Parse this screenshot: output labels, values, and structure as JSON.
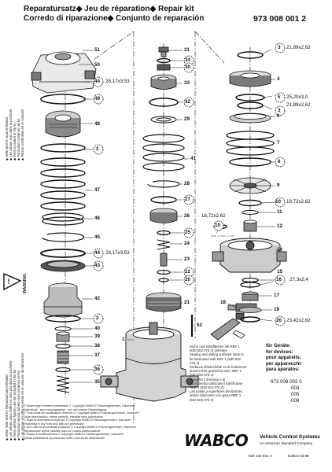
{
  "header": {
    "line1": "Reparatursatz◆ Jeu de réparation◆ Repair kit",
    "line2": "Corredo di riparazione◆ Conjunto de reparación",
    "part_number": "973 008 001 2"
  },
  "side_notes": {
    "upper_left": [
      "◆ Teile sind im Satz enthalten",
      "◆ Les pièces sont dans la pochette",
      "◆ Parts included in the kit",
      "◆ Particolari contenuti nel kit",
      "◆ Piezas contenidas en el conjunto"
    ],
    "lower_left": [
      "◆ Ohne Teile sind im Reparatursatz enthalten",
      "◆ Les pièces sans chiffre ne sont pas dans la pochette",
      "◆ Parts without figures are not included in the kit",
      "◆ Particolari senza numero non contenuti nel kit",
      "◆ Las piezas sin cifra no están en el conjunto de reparación"
    ],
    "warning": "WARNING"
  },
  "callouts": [
    {
      "id": "c51",
      "label": "51"
    },
    {
      "id": "c50",
      "label": "50"
    },
    {
      "id": "c44a",
      "label": "44"
    },
    {
      "id": "c44a_dim",
      "label": "28,17x3,53"
    },
    {
      "id": "c49",
      "label": "49"
    },
    {
      "id": "c48",
      "label": "48"
    },
    {
      "id": "c2a",
      "label": "2"
    },
    {
      "id": "c47",
      "label": "47"
    },
    {
      "id": "c46",
      "label": "46"
    },
    {
      "id": "c45",
      "label": "45"
    },
    {
      "id": "c44b",
      "label": "44"
    },
    {
      "id": "c44b_dim",
      "label": "28,17x3,53"
    },
    {
      "id": "c43",
      "label": "43"
    },
    {
      "id": "c42",
      "label": "42"
    },
    {
      "id": "c2b",
      "label": "2"
    },
    {
      "id": "c40",
      "label": "40"
    },
    {
      "id": "c39",
      "label": "39"
    },
    {
      "id": "c38",
      "label": "38"
    },
    {
      "id": "c37",
      "label": "37"
    },
    {
      "id": "c36",
      "label": "36"
    },
    {
      "id": "c35",
      "label": "35"
    },
    {
      "id": "c31",
      "label": "31"
    },
    {
      "id": "c34",
      "label": "34"
    },
    {
      "id": "c30",
      "label": "30"
    },
    {
      "id": "c33",
      "label": "33"
    },
    {
      "id": "c32",
      "label": "32"
    },
    {
      "id": "c29",
      "label": "29"
    },
    {
      "id": "c41",
      "label": "41"
    },
    {
      "id": "c28",
      "label": "28"
    },
    {
      "id": "c27",
      "label": "27"
    },
    {
      "id": "c26",
      "label": "26"
    },
    {
      "id": "c25",
      "label": "25"
    },
    {
      "id": "c24",
      "label": "24"
    },
    {
      "id": "c23",
      "label": "23"
    },
    {
      "id": "c22",
      "label": "22"
    },
    {
      "id": "c20b",
      "label": "20"
    },
    {
      "id": "c21",
      "label": "21"
    },
    {
      "id": "c52",
      "label": "52"
    },
    {
      "id": "c1",
      "label": "1"
    },
    {
      "id": "c3",
      "label": "3"
    },
    {
      "id": "c3_dim",
      "label": "21,89x2,62"
    },
    {
      "id": "c4",
      "label": "4"
    },
    {
      "id": "c5",
      "label": "5"
    },
    {
      "id": "c5_dim",
      "label": "25,20x3,0"
    },
    {
      "id": "c3b",
      "label": "3"
    },
    {
      "id": "c3b_dim",
      "label": "21,89x2,62"
    },
    {
      "id": "c6",
      "label": "6"
    },
    {
      "id": "c7",
      "label": "7"
    },
    {
      "id": "c8",
      "label": "8"
    },
    {
      "id": "c9",
      "label": "9"
    },
    {
      "id": "c10a",
      "label": "10"
    },
    {
      "id": "c10a_dim",
      "label": "18,72x2,62"
    },
    {
      "id": "c10b_dim",
      "label": "18,72x2,62"
    },
    {
      "id": "c11",
      "label": "11"
    },
    {
      "id": "c10b",
      "label": "10"
    },
    {
      "id": "c12",
      "label": "12"
    },
    {
      "id": "c14",
      "label": "14"
    },
    {
      "id": "c15",
      "label": "15"
    },
    {
      "id": "c16",
      "label": "16"
    },
    {
      "id": "c16_dim",
      "label": "27,3x2,4"
    },
    {
      "id": "c17",
      "label": "17"
    },
    {
      "id": "c18",
      "label": "18"
    },
    {
      "id": "c19",
      "label": "19"
    },
    {
      "id": "c20a",
      "label": "20"
    },
    {
      "id": "c20a_dim",
      "label": "23,42x2,62"
    }
  ],
  "grease_note": [
    "Dicht- und Gleitflächen mit RBF 1",
    "(830 502 076 4) einfetten",
    "Sealing and sliding surfaces have to",
    "be lubricated with RBF 1 (830 502",
    "076 4)",
    "Surfaces d'étanchéité et de frottement",
    "doivent être graissées avec RBF 1",
    "(830 502 076 4)",
    "Superfici ( di tenuta e di",
    "scorrimento) utilizzare il lubrificante",
    "RBF 1 (830 502 076 4)",
    "Las juntas y superficies deslizantes",
    "deben lubricarse con grasa RBF 1",
    "(830 502 076 4)"
  ],
  "devices": {
    "heading": [
      "für Geräte:",
      "for devices:",
      "pour appareils:",
      "per apparecchi:",
      "para aparatos:"
    ],
    "list": [
      "973 008 002 0",
      "003",
      "005",
      "006"
    ]
  },
  "footer_notes": [
    "© Änderungen bleiben vorbehalten © Copyright WABCO Fahrzeugbremsen, Hannover",
    "   Nachdruck - auch auszugsweise - nur mit unserer Genehmigung",
    "© Tous droits de modification réservés © Copyright WABCO Fahrzeugbremsen, Hannover",
    "   Toute reproduction, même partielle, interdite sans autorisation",
    "© Right of amendment reserved © Copyright WABCO Fahrzeugbremsen, Hannover",
    "   Reprinting in any form only with our permission",
    "© Con riserva di eventuali modifiche © Copyright WABCO Fahrzeugbremsen, Hannover",
    "   Riproduzione anche parziale solo con nostra autorizzazione",
    "© Sujeto a modificaciones © Copyright WABCO Fahrzeugbremsen, Hannover",
    "   Queda prohibida la reproducción total o parcial sin autorización"
  ],
  "brand": {
    "logo": "WABCO",
    "line1": "Vehicle Control Systems",
    "line2": "An American Standard Company",
    "doc_number": "826 100 541 3",
    "edition": "Edition  02.98"
  },
  "colors": {
    "ink": "#111111",
    "paper": "#ffffff",
    "shade": "#6b6b6b",
    "dark": "#2a2a2a"
  }
}
